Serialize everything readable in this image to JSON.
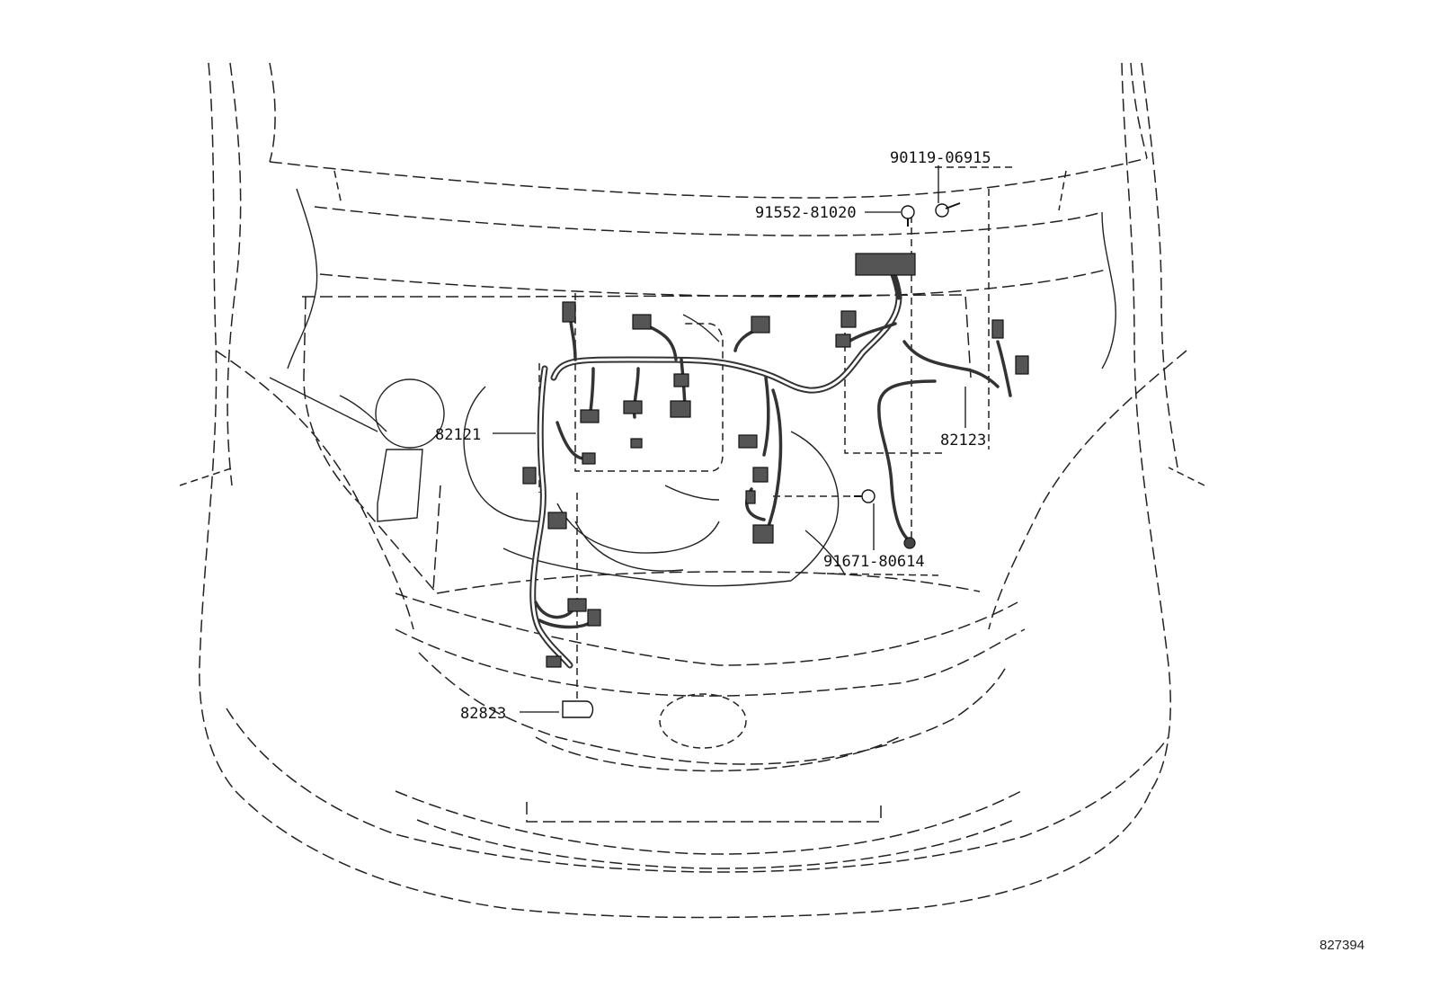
{
  "callouts": {
    "harness_left": "82121",
    "harness_right": "82123",
    "bolt_top": "90119-06915",
    "clip_top": "91552-81020",
    "bolt_mid": "91671-80614",
    "relay_cover": "82823"
  },
  "illustration_code": "827394"
}
